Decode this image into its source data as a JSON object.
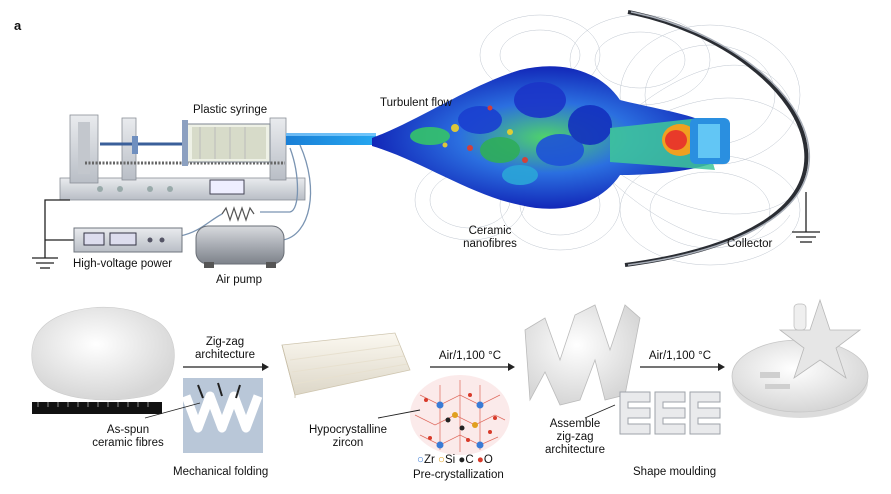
{
  "panel_label": "a",
  "top": {
    "plastic_syringe": "Plastic syringe",
    "turbulent_flow": "Turbulent flow",
    "ceramic_nanofibres_1": "Ceramic",
    "ceramic_nanofibres_2": "nanofibres",
    "collector": "Collector",
    "high_voltage_power": "High-voltage power",
    "air_pump": "Air pump"
  },
  "bottom": {
    "zigzag_1": "Zig-zag",
    "zigzag_2": "architecture",
    "as_spun_1": "As-spun",
    "as_spun_2": "ceramic fibres",
    "mechanical_folding": "Mechanical folding",
    "air_temp_1": "Air/1,100 °C",
    "hypocrystalline_1": "Hypocrystalline",
    "hypocrystalline_2": "zircon",
    "legend_zr": "Zr",
    "legend_si": "Si",
    "legend_c": "C",
    "legend_o": "O",
    "pre_crystallization": "Pre-crystallization",
    "assemble_1": "Assemble",
    "assemble_2": "zig-zag",
    "assemble_3": "architecture",
    "air_temp_2": "Air/1,100 °C",
    "shape_moulding": "Shape moulding"
  },
  "colors": {
    "zr": "#3a7bd5",
    "si": "#e0a020",
    "c": "#222222",
    "o": "#d83a2a"
  }
}
